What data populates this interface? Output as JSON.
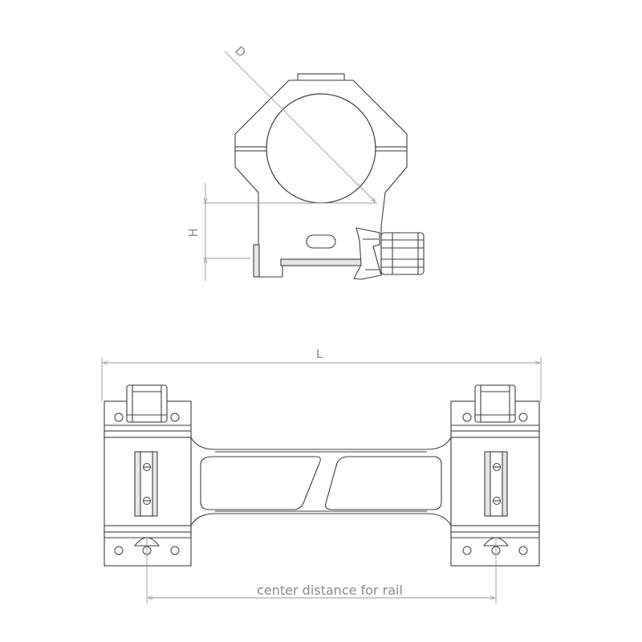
{
  "dimensions": {
    "diameter_label": "D",
    "height_label": "H",
    "length_label": "L",
    "center_distance_label": "center distance for rail"
  },
  "colors": {
    "outline": "#3c3c3c",
    "dimension_line": "#9a9a9a",
    "label_text": "#8a8a8a",
    "background": "#ffffff"
  }
}
